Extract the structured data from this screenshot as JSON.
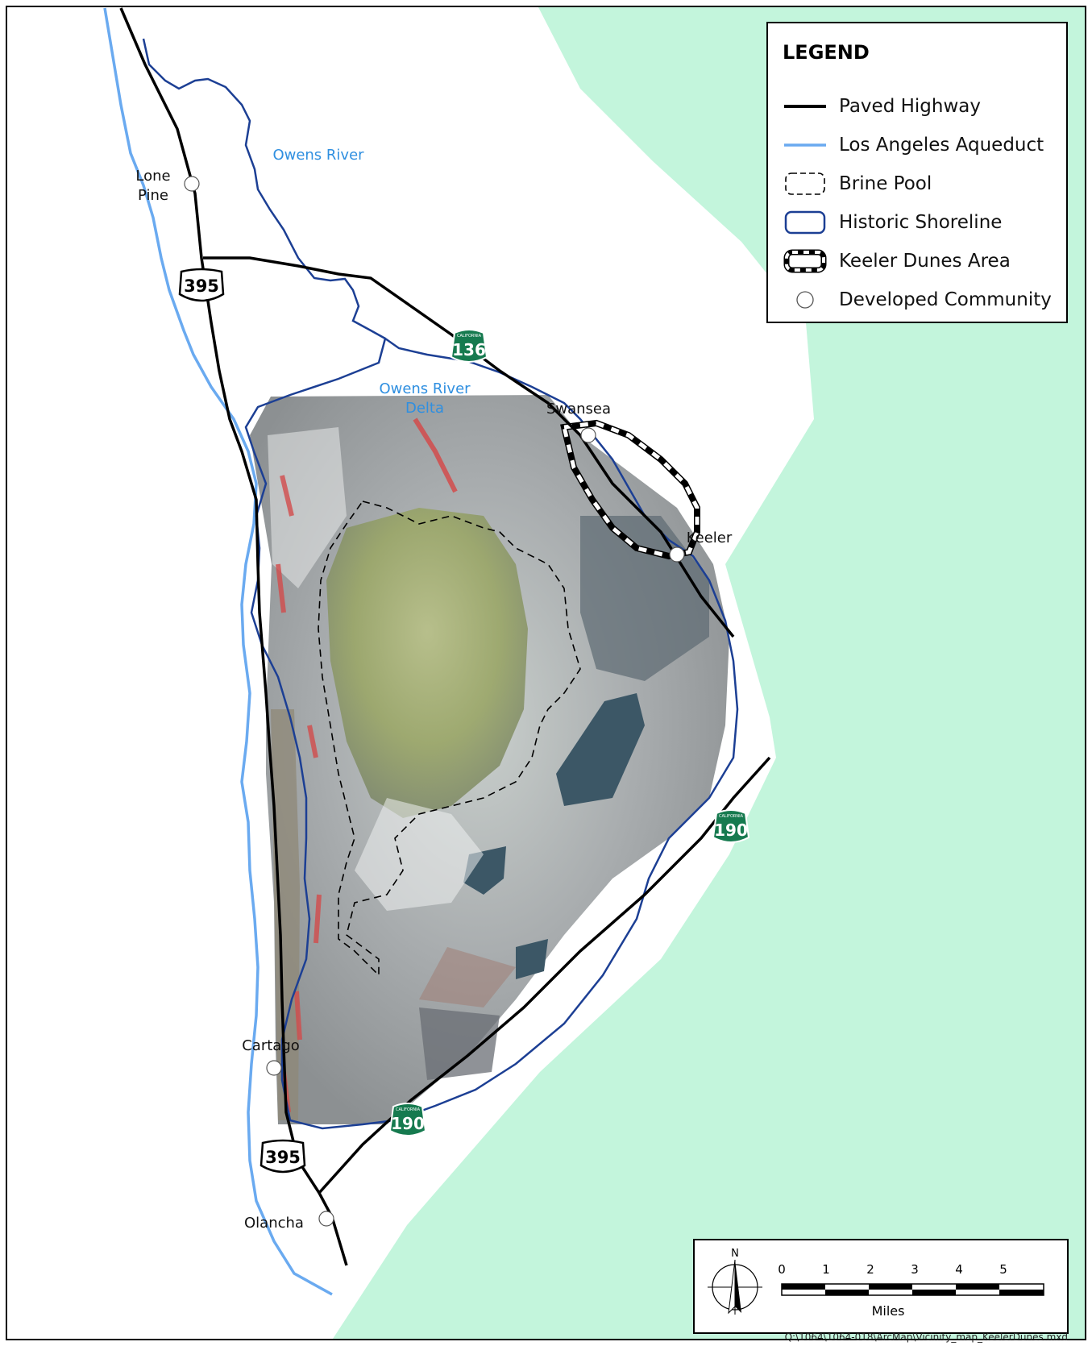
{
  "legend": {
    "title": "LEGEND",
    "items": [
      {
        "label": "Paved Highway",
        "symbol": "paved-highway"
      },
      {
        "label": "Los Angeles Aqueduct",
        "symbol": "aqueduct"
      },
      {
        "label": "Brine Pool",
        "symbol": "brine-pool"
      },
      {
        "label": "Historic Shoreline",
        "symbol": "historic-shoreline"
      },
      {
        "label": "Keeler Dunes Area",
        "symbol": "keeler-dunes"
      },
      {
        "label": "Developed Community",
        "symbol": "developed-community"
      }
    ]
  },
  "places": {
    "lone_pine_1": "Lone",
    "lone_pine_2": "Pine",
    "swansea": "Swansea",
    "keeler": "Keeler",
    "cartago": "Cartago",
    "olancha": "Olancha"
  },
  "water_labels": {
    "owens_river": "Owens River",
    "delta_1": "Owens River",
    "delta_2": "Delta"
  },
  "shields": {
    "us395_north": "395",
    "us395_south": "395",
    "ca136": "136",
    "ca190_east": "190",
    "ca190_south": "190",
    "state_name": "CALIFORNIA"
  },
  "scale_bar": {
    "north": "N",
    "ticks": [
      "0",
      "1",
      "2",
      "3",
      "4",
      "5"
    ],
    "units": "Miles"
  },
  "file_path": "Q:\\1064\\1064-018\\ArcMap\\Vicinity_map_KeelerDunes.mxd",
  "colors": {
    "land": "#ffffff",
    "outside_area": "#c3f5dc",
    "highway": "#000000",
    "aqueduct": "#6aaaf0",
    "river": "#1c3f94",
    "shoreline": "#1c3f94",
    "state_shield": "#167a4f",
    "lakebed": "#9fa4a6"
  }
}
